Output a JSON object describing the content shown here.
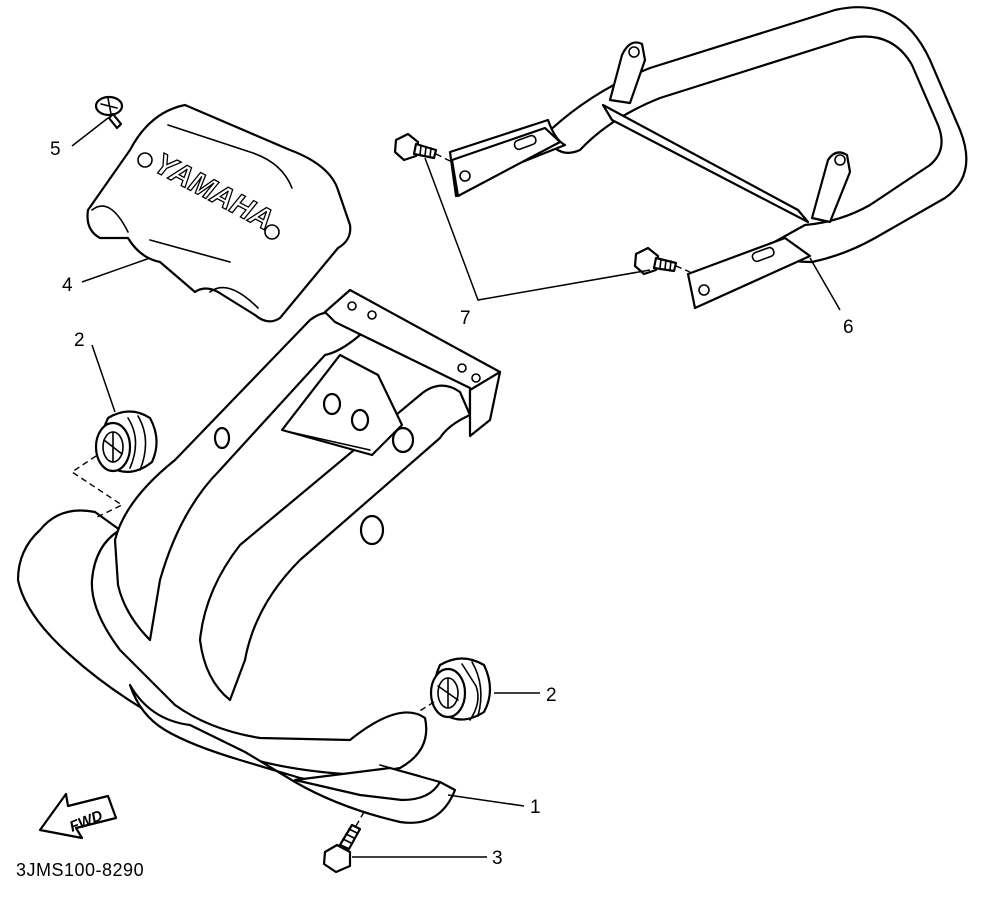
{
  "diagram": {
    "callouts": [
      {
        "id": "1",
        "label": "1"
      },
      {
        "id": "2a",
        "label": "2"
      },
      {
        "id": "2b",
        "label": "2"
      },
      {
        "id": "3",
        "label": "3"
      },
      {
        "id": "4",
        "label": "4"
      },
      {
        "id": "5",
        "label": "5"
      },
      {
        "id": "6",
        "label": "6"
      },
      {
        "id": "7",
        "label": "7"
      }
    ],
    "cover_logo": "YAMAHA",
    "direction_arrow": "FWD",
    "drawing_code": "3JMS100-8290"
  }
}
